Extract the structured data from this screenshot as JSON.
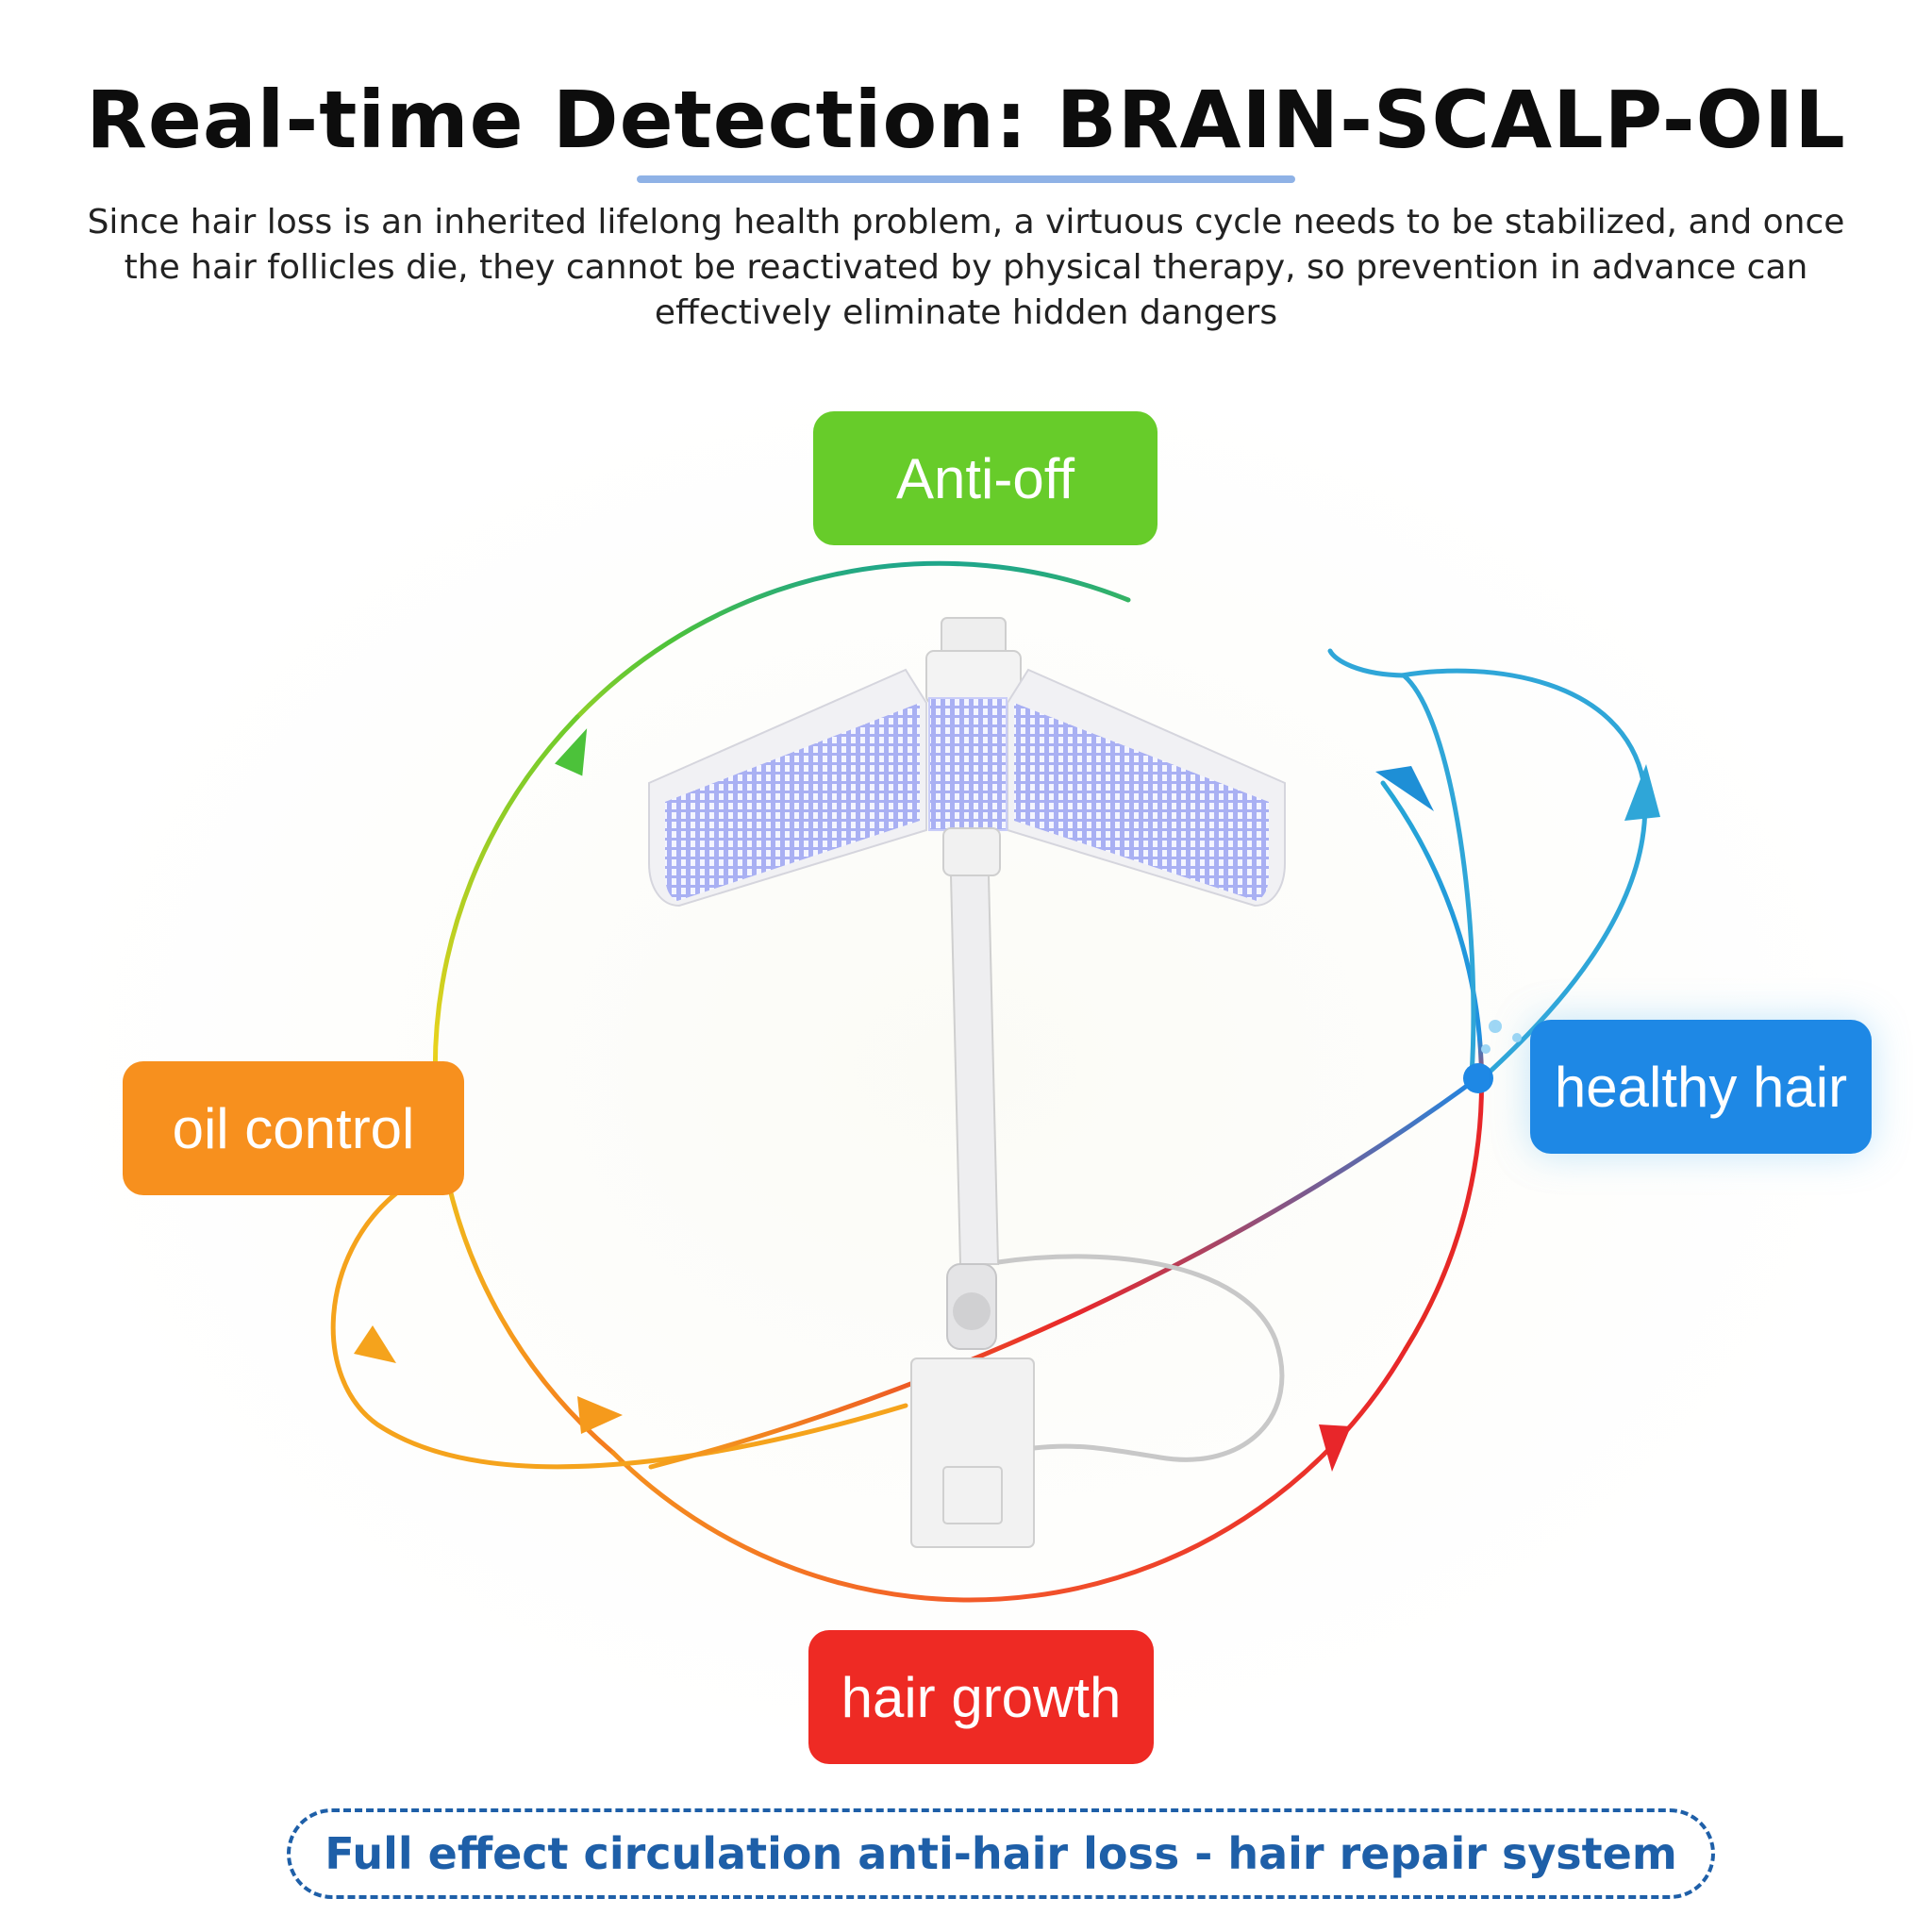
{
  "header": {
    "title": "Real-time Detection: BRAIN-SCALP-OIL",
    "intro": "Since hair loss is an inherited lifelong health problem, a virtuous cycle needs to be stabilized, and once the hair follicles die, they cannot be reactivated by physical therapy, so prevention in advance can effectively eliminate hidden dangers"
  },
  "cycle": {
    "top_label": "Anti-off",
    "left_label": "oil control",
    "right_label": "healthy hair",
    "bottom_label": "hair growth"
  },
  "footer": {
    "text": "Full effect circulation anti-hair loss - hair repair system"
  },
  "colors": {
    "anti_off": "#67cc2a",
    "oil_control": "#f7901e",
    "healthy_hair": "#1e88e5",
    "hair_growth": "#ee2a24",
    "footer_accent": "#1e5fa8",
    "title_underline": "#8fb2e6"
  },
  "icons": [
    "led-panel-device-image",
    "water-splash-icon",
    "cycle-arrow-icon"
  ]
}
